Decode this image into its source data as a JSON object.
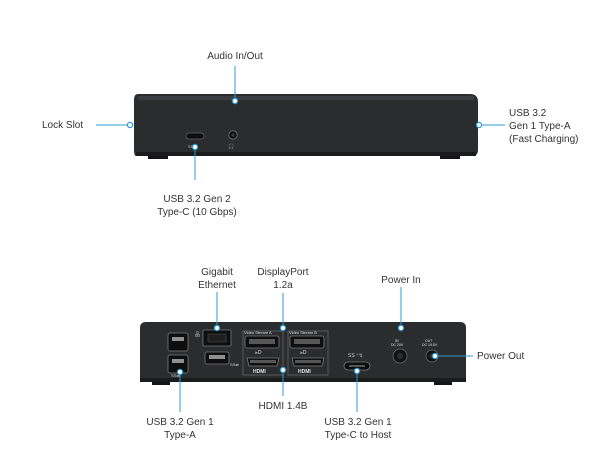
{
  "top_view": {
    "labels": {
      "audio": "Audio In/Out",
      "lock_slot": "Lock Slot",
      "usb_a_fast_line1": "USB 3.2",
      "usb_a_fast_line2": "Gen 1 Type-A",
      "usb_a_fast_line3": "(Fast Charging)",
      "usb_c_gen2_line1": "USB 3.2 Gen 2",
      "usb_c_gen2_line2": "Type-C (10 Gbps)"
    }
  },
  "bottom_view": {
    "labels": {
      "ethernet_line1": "Gigabit",
      "ethernet_line2": "Ethernet",
      "displayport_line1": "DisplayPort",
      "displayport_line2": "1.2a",
      "power_in": "Power In",
      "power_out": "Power Out",
      "usb_a_gen1_line1": "USB 3.2 Gen 1",
      "usb_a_gen1_line2": "Type-A",
      "hdmi": "HDMI 1.4B",
      "usb_c_host_line1": "USB 3.2 Gen 1",
      "usb_c_host_line2": "Type-C to Host"
    },
    "port_markings": {
      "video_stream_a": "Video Stream A",
      "video_stream_b": "Video Stream B",
      "hdmi_logo_1": "HDMI",
      "hdmi_logo_2": "HDMI",
      "dp_in": "IN",
      "dc_in": "DC 20V",
      "dp_out": "OUT",
      "dc_out": "DC 19.5V"
    }
  },
  "colors": {
    "callout": "#2e9bd6",
    "device_body": "#2a2c2e",
    "device_face": "#1c1d1f"
  }
}
